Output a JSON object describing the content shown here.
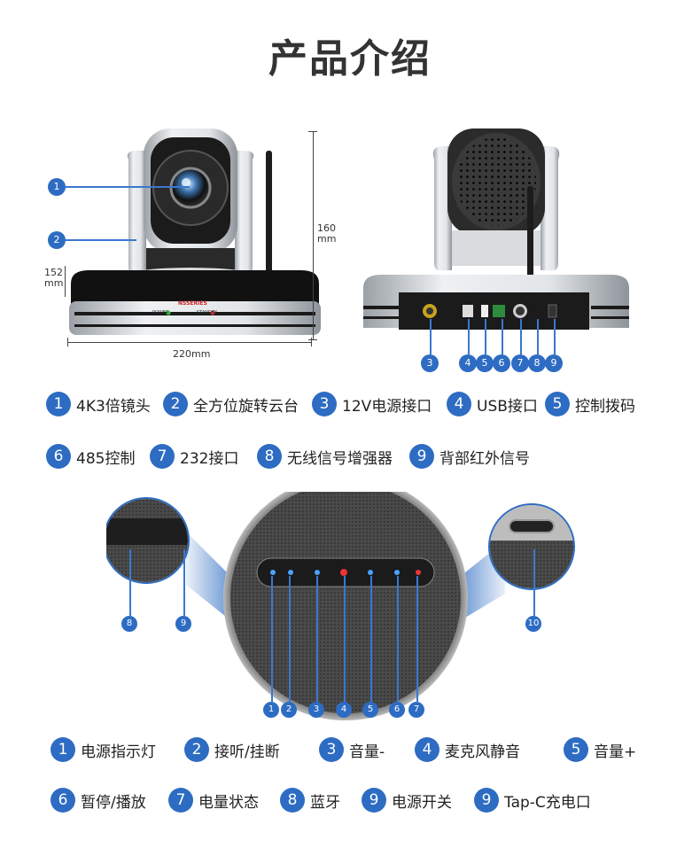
{
  "title": "产品介绍",
  "camera_front": {
    "dim_height": "160\nmm",
    "dim_depth": "152\nmm",
    "dim_width": "220mm",
    "callouts": [
      "1",
      "2"
    ],
    "brand_text": "NSSERIES",
    "power_label": "POWER",
    "standby_label": "STANDBY"
  },
  "camera_back": {
    "callouts": [
      "3",
      "4",
      "5",
      "6",
      "7",
      "8",
      "9"
    ]
  },
  "camera_legend": [
    {
      "num": "1",
      "text": "4K3倍镜头"
    },
    {
      "num": "2",
      "text": "全方位旋转云台"
    },
    {
      "num": "3",
      "text": "12V电源接口"
    },
    {
      "num": "4",
      "text": "USB接口"
    },
    {
      "num": "5",
      "text": "控制拨码"
    },
    {
      "num": "6",
      "text": "485控制"
    },
    {
      "num": "7",
      "text": "232接口"
    },
    {
      "num": "8",
      "text": "无线信号增强器"
    },
    {
      "num": "9",
      "text": "背部红外信号"
    }
  ],
  "speaker": {
    "zoom_callouts": [
      "8",
      "9",
      "10"
    ],
    "button_callouts": [
      "1",
      "2",
      "3",
      "4",
      "5",
      "6",
      "7"
    ]
  },
  "speaker_legend": [
    {
      "num": "1",
      "text": "电源指示灯"
    },
    {
      "num": "2",
      "text": "接听/挂断"
    },
    {
      "num": "3",
      "text": "音量-"
    },
    {
      "num": "4",
      "text": "麦克风静音"
    },
    {
      "num": "5",
      "text": "音量+"
    },
    {
      "num": "6",
      "text": "暂停/播放"
    },
    {
      "num": "7",
      "text": "电量状态"
    },
    {
      "num": "8",
      "text": "蓝牙"
    },
    {
      "num": "9",
      "text": "电源开关"
    },
    {
      "num": "9",
      "text": "Tap-C充电口"
    }
  ],
  "colors": {
    "accent": "#2d6cc2",
    "title": "#333333"
  }
}
